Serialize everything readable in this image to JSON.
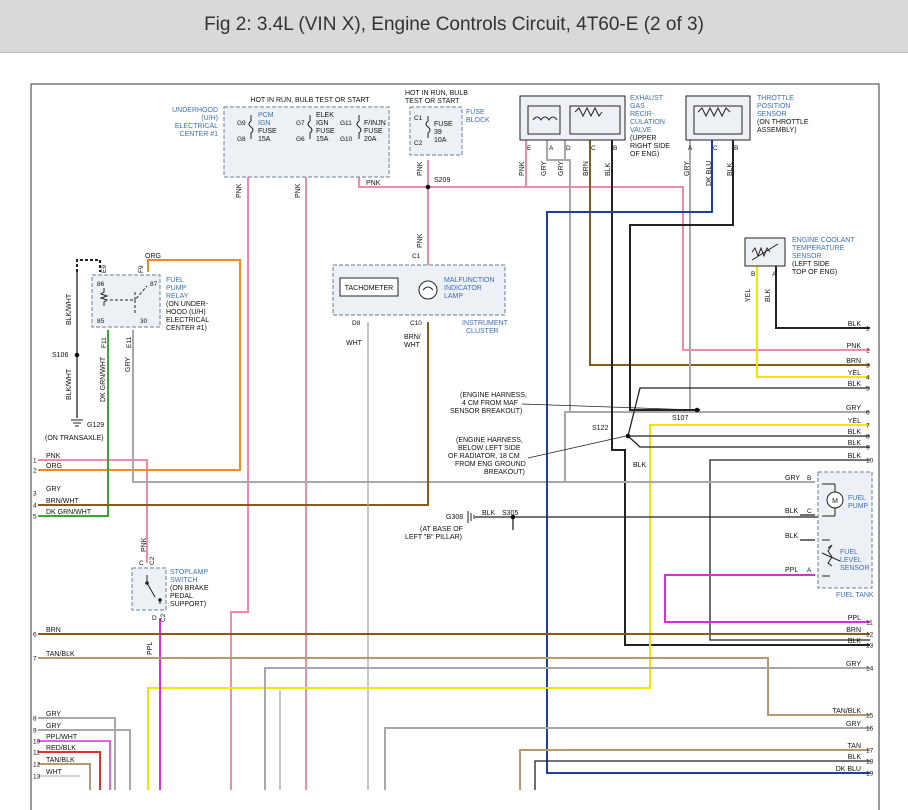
{
  "title": "Fig 2: 3.4L (VIN X), Engine Controls Circuit, 4T60-E (2 of 3)",
  "colors": {
    "pnk": "#f08aa8",
    "org": "#f08a24",
    "yel": "#f2e600",
    "grn": "#3aa63a",
    "brn": "#8a5a1c",
    "tan": "#b39a70",
    "gry": "#a8a8a8",
    "blk": "#222222",
    "blu": "#1e3f9e",
    "ppl": "#d92fd9",
    "red": "#e03030",
    "label": "#3d6fb5",
    "dash": "#6a7f9a"
  },
  "hot1": "HOT IN RUN, BULB TEST OR START",
  "hot2a": "HOT IN RUN, BULB",
  "hot2b": "TEST OR START",
  "uh": {
    "name": [
      "UNDERHOOD",
      "(U/H)",
      "ELECTRICAL",
      "CENTER #1"
    ],
    "f1": [
      "PCM",
      "IGN",
      "FUSE",
      "15A"
    ],
    "f2": [
      "ELEK",
      "IGN",
      "FUSE",
      "15A"
    ],
    "f3": [
      "F/INJN",
      "FUSE",
      "20A"
    ],
    "pins": [
      "G9",
      "G8",
      "G7",
      "G6",
      "G11",
      "G10"
    ]
  },
  "fb": {
    "name": [
      "FUSE",
      "BLOCK"
    ],
    "fuse": [
      "FUSE",
      "39",
      "10A"
    ],
    "pins": [
      "C1",
      "C2"
    ]
  },
  "egr": {
    "name": [
      "EXHAUST",
      "GAS",
      "RECIR-",
      "CULATION",
      "VALVE",
      "(UPPER",
      "RIGHT SIDE",
      "OF ENG)"
    ],
    "pins": [
      "E",
      "A",
      "D",
      "C",
      "B"
    ],
    "wires": [
      "PNK",
      "GRY",
      "GRY",
      "BRN",
      "BLK"
    ]
  },
  "tps": {
    "name": [
      "THROTTLE",
      "POSITION",
      "SENSOR",
      "(ON THROTTLE",
      "ASSEMBLY)"
    ],
    "pins": [
      "A",
      "C",
      "B"
    ],
    "wires": [
      "GRY",
      "DK BLU",
      "BLK"
    ]
  },
  "ect": {
    "name": [
      "ENGINE COOLANT",
      "TEMPERATURE",
      "SENSOR",
      "(LEFT SIDE",
      "TOP OF ENG)"
    ],
    "pins": [
      "B",
      "A"
    ],
    "wires": [
      "YEL",
      "BLK"
    ]
  },
  "relay": {
    "name": [
      "FUEL",
      "PUMP",
      "RELAY",
      "(ON UNDER-",
      "HOOD (U/H)",
      "ELECTRICAL",
      "CENTER #1)"
    ],
    "pins": [
      "86",
      "87",
      "85",
      "30"
    ],
    "cav": [
      "E9",
      "F9",
      "F11",
      "E11"
    ],
    "wires": [
      "ORG",
      "BLK/WHT",
      "DK GRN/WHT",
      "GRY"
    ]
  },
  "cluster": {
    "tach": "TACHOMETER",
    "mil": [
      "MALFUNCTION",
      "INDICATOR",
      "LAMP"
    ],
    "name": [
      "INSTRUMENT",
      "CLUSTER"
    ],
    "pins": [
      "C1",
      "D8",
      "C10"
    ],
    "wires": [
      "PNK",
      "WHT",
      "BRN/",
      "WHT"
    ]
  },
  "splices": {
    "s209": "S209",
    "s106": "S106",
    "s107": "S107",
    "s122": "S122",
    "s305": "S305",
    "g129": "G129",
    "g129_loc": "(ON TRANSAXLE)",
    "g308": "G308",
    "g308_loc": [
      "(AT BASE OF",
      "LEFT \"B\" PILLAR)"
    ],
    "blk": "BLK"
  },
  "harness1": [
    "(ENGINE HARNESS,",
    "4 CM FROM MAF",
    "SENSOR BREAKOUT)"
  ],
  "harness2": [
    "(ENGINE HARNESS,",
    "BELOW LEFT SIDE",
    "OF RADIATOR, 18 CM",
    "FROM ENG GROUND",
    "BREAKOUT)"
  ],
  "stoplamp": {
    "name": [
      "STOPLAMP",
      "SWITCH",
      "(ON BRAKE",
      "PEDAL",
      "SUPPORT)"
    ],
    "pins": [
      "C",
      "C2",
      "D",
      "C2"
    ],
    "wires": [
      "PNK",
      "PPL"
    ]
  },
  "tank": {
    "pump": [
      "FUEL",
      "PUMP"
    ],
    "level": [
      "FUEL",
      "LEVEL",
      "SENSOR"
    ],
    "name": "FUEL TANK",
    "m": "M",
    "pins": [
      "B",
      "C",
      "A"
    ],
    "wires": [
      "GRY",
      "BLK",
      "BLK",
      "PPL"
    ]
  },
  "left_wires": [
    {
      "n": "1",
      "c": "PNK"
    },
    {
      "n": "2",
      "c": "ORG"
    },
    {
      "n": "3",
      "c": "GRY"
    },
    {
      "n": "4",
      "c": "BRN/WHT"
    },
    {
      "n": "5",
      "c": "DK GRN/WHT"
    },
    {
      "n": "6",
      "c": "BRN"
    },
    {
      "n": "7",
      "c": "TAN/BLK"
    },
    {
      "n": "8",
      "c": "GRY"
    },
    {
      "n": "9",
      "c": "GRY"
    },
    {
      "n": "10",
      "c": "PPL/WHT"
    },
    {
      "n": "11",
      "c": "RED/BLK"
    },
    {
      "n": "12",
      "c": "TAN/BLK"
    },
    {
      "n": "13",
      "c": "WHT"
    }
  ],
  "right_wires": [
    {
      "n": "1",
      "c": "BLK"
    },
    {
      "n": "2",
      "c": "PNK"
    },
    {
      "n": "3",
      "c": "BRN"
    },
    {
      "n": "4",
      "c": "YEL"
    },
    {
      "n": "5",
      "c": "BLK"
    },
    {
      "n": "6",
      "c": "GRY"
    },
    {
      "n": "7",
      "c": "YEL"
    },
    {
      "n": "8",
      "c": "BLK"
    },
    {
      "n": "9",
      "c": "BLK"
    },
    {
      "n": "10",
      "c": "BLK"
    },
    {
      "n": "11",
      "c": "PPL"
    },
    {
      "n": "12",
      "c": "BRN"
    },
    {
      "n": "13",
      "c": "BLK"
    },
    {
      "n": "14",
      "c": "GRY"
    },
    {
      "n": "15",
      "c": "TAN/BLK"
    },
    {
      "n": "16",
      "c": "GRY"
    },
    {
      "n": "17",
      "c": "TAN"
    },
    {
      "n": "18",
      "c": "BLK"
    },
    {
      "n": "19",
      "c": "DK BLU"
    }
  ],
  "wire_pnk": "PNK",
  "wire_org": "ORG",
  "wire_blkwht": "BLK/WHT",
  "wire_dkgrnwht": "DK GRN/WHT",
  "wire_gry": "GRY",
  "wire_ppl": "PPL"
}
